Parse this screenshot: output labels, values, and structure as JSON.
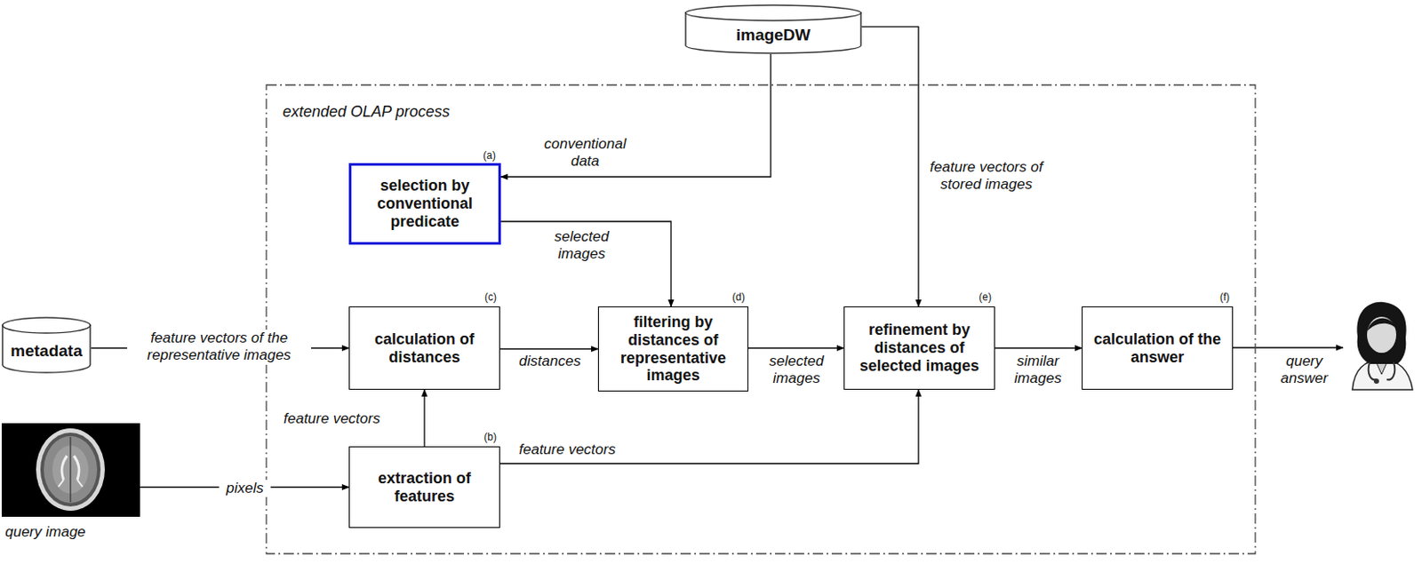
{
  "diagram": {
    "nodes": [
      {
        "text": [
          "imageDW"
        ]
      },
      {
        "text": [
          "extended OLAP process"
        ]
      },
      {
        "text": [
          "selection by conventional predicate",
          "(a)"
        ],
        "in": 1
      },
      {
        "text": [
          "metadata"
        ]
      },
      {
        "text": [
          "calculation of distances",
          "(c)"
        ],
        "in": 1
      },
      {
        "text": [
          "filtering by distances of representative images",
          "(d)"
        ],
        "in": 1
      },
      {
        "text": [
          "refinement by distances of selected images",
          "(e)"
        ],
        "in": 1
      },
      {
        "text": [
          "calculation of the answer",
          "(f)"
        ],
        "in": 1
      },
      {
        "text": [
          "query image"
        ]
      },
      {
        "text": [
          "extraction of features",
          "(b)"
        ],
        "in": 1
      }
    ],
    "edges": [
      {
        "from": 0,
        "to": 2,
        "label": "conventional data",
        "arrow": "to"
      },
      {
        "from": 0,
        "to": 6,
        "label": "feature vectors of stored images",
        "arrow": "to"
      },
      {
        "from": 2,
        "to": 5,
        "label": "selected images",
        "arrow": "to"
      },
      {
        "from": 3,
        "to": 4,
        "label": "feature vectors of the representative images",
        "arrow": "to"
      },
      {
        "from": 4,
        "to": 5,
        "label": "distances",
        "arrow": "to"
      },
      {
        "from": 5,
        "to": 6,
        "label": "selected images",
        "arrow": "to"
      },
      {
        "from": 6,
        "to": 7,
        "label": "similar images",
        "arrow": "to"
      },
      {
        "from": 8,
        "to": 9,
        "label": "pixels",
        "arrow": "to"
      },
      {
        "from": 9,
        "to": 4,
        "label": "feature vectors",
        "arrow": "to"
      },
      {
        "from": 9,
        "to": 6,
        "label": "feature vectors",
        "arrow": "to"
      }
    ],
    "labels": [
      "query answer"
    ]
  }
}
